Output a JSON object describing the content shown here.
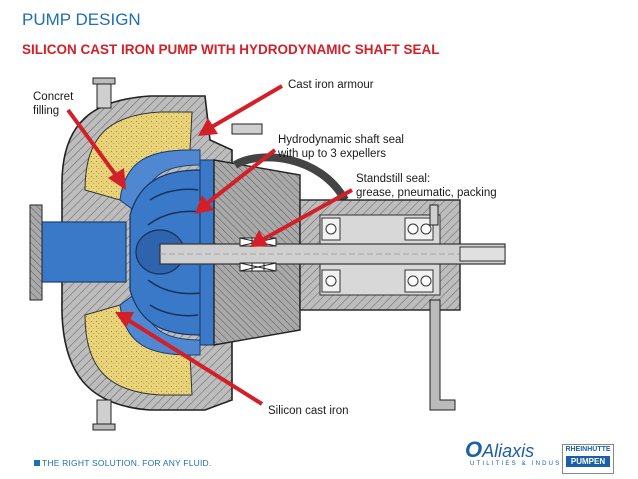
{
  "header": {
    "title": "PUMP DESIGN",
    "subtitle": "SILICON CAST IRON PUMP WITH HYDRODYNAMIC SHAFT SEAL"
  },
  "labels": {
    "concrete_line1": "Concret",
    "concrete_line2": "filling",
    "armour": "Cast iron armour",
    "seal_line1": "Hydrodynamic shaft seal",
    "seal_line2": "with up to 3 expellers",
    "standstill_line1": "Standstill seal:",
    "standstill_line2": "grease, pneumatic, packing",
    "silicon": "Silicon cast iron"
  },
  "footer": {
    "slogan": "THE RIGHT SOLUTION. FOR ANY FLUID.",
    "logo_aliaxis_o": "O",
    "logo_aliaxis": "Aliaxis",
    "logo_aliaxis_sub": "UTILITIES & INDUSTRY",
    "logo_rp_line1": "RHEINHÜTTE",
    "logo_rp_line2": "PUMPEN"
  },
  "colors": {
    "title": "#1e6fb4",
    "subtitle": "#d32028",
    "arrow": "#d32028",
    "impeller": "#3a78c8",
    "concrete": "#e8d27a",
    "metal": "#9a9a9a"
  }
}
